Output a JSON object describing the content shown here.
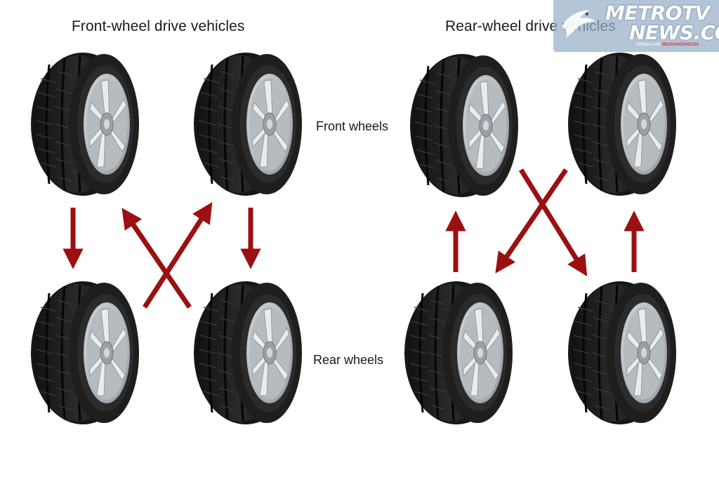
{
  "titles": {
    "front_wheel_drive": "Front-wheel drive vehicles",
    "rear_wheel_drive": "Rear-wheel drive vehicles"
  },
  "row_labels": {
    "front": "Front wheels",
    "rear": "Rear wheels"
  },
  "watermark": {
    "line1": "METROTV",
    "line2": "NEWS.COM",
    "line3_prefix": "Affiliated with",
    "line3_brand": "MEDIAINDONESIA"
  },
  "colors": {
    "arrow": "#9b1010",
    "tire": "#1c1c1c",
    "rim": "#c9cdd1"
  },
  "diagrams": [
    {
      "name": "front-wheel-drive",
      "tires": [
        "front-left",
        "front-right",
        "rear-left",
        "rear-right"
      ],
      "rotation": [
        {
          "from": "front-left",
          "to": "rear-left",
          "kind": "straight"
        },
        {
          "from": "front-right",
          "to": "rear-right",
          "kind": "straight"
        },
        {
          "from": "rear-left",
          "to": "front-right",
          "kind": "cross"
        },
        {
          "from": "rear-right",
          "to": "front-left",
          "kind": "cross"
        }
      ]
    },
    {
      "name": "rear-wheel-drive",
      "tires": [
        "front-left",
        "front-right",
        "rear-left",
        "rear-right"
      ],
      "rotation": [
        {
          "from": "rear-left",
          "to": "front-left",
          "kind": "straight"
        },
        {
          "from": "rear-right",
          "to": "front-right",
          "kind": "straight"
        },
        {
          "from": "front-left",
          "to": "rear-right",
          "kind": "cross"
        },
        {
          "from": "front-right",
          "to": "rear-left",
          "kind": "cross"
        }
      ]
    }
  ]
}
